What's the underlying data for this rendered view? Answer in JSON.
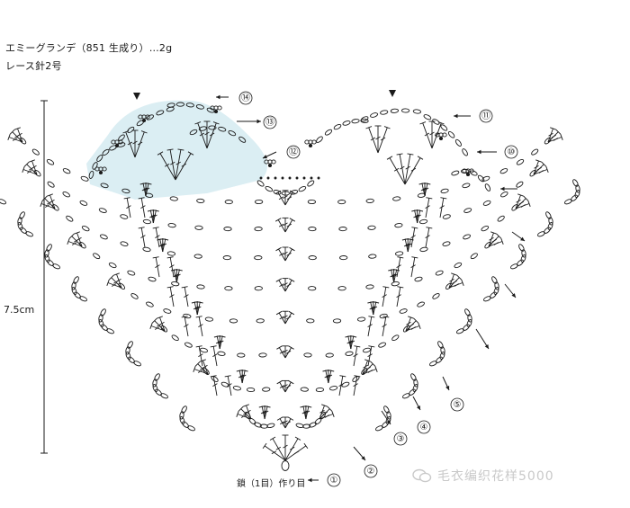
{
  "header": {
    "yarn_line": "エミーグランデ（851 生成り）…2g",
    "hook_line": "レース針2号"
  },
  "height_label": "7.5cm",
  "foundation_label": "鎖（1目）作り目",
  "watermark": "毛衣编织花样5000",
  "row_labels": [
    "①",
    "②",
    "③",
    "④",
    "⑤",
    "⑩",
    "⑪",
    "⑫",
    "⑬",
    "⑭"
  ],
  "colors": {
    "ink": "#1a1a1a",
    "highlight": "#dbeef3",
    "watermark": "#c9c9c9"
  },
  "icons": [
    "start-triangle-icon",
    "row-arrow-icon",
    "wechat-logo-icon"
  ]
}
